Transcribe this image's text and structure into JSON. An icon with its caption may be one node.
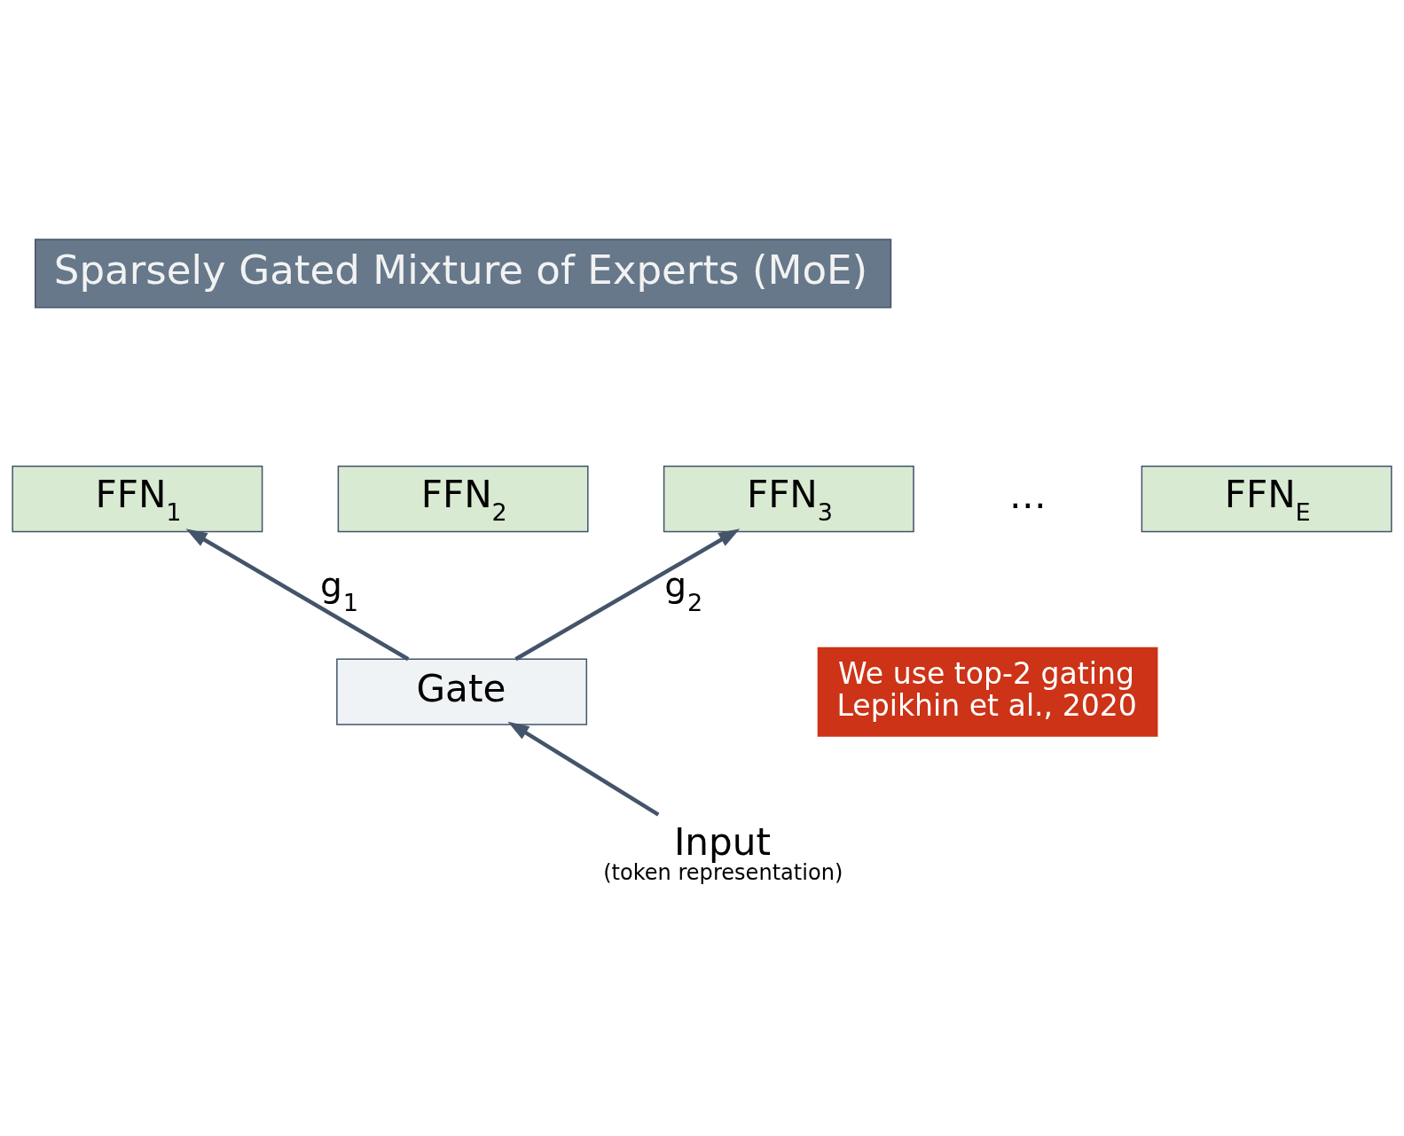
{
  "diagram": {
    "nodes": [
      {
        "text": [
          "Sparsely Gated Mixture of Experts (MoE)"
        ]
      },
      {
        "text": [
          "FFN$_{1}$"
        ]
      },
      {
        "text": [
          "FFN$_{2}$"
        ]
      },
      {
        "text": [
          "FFN$_{3}$"
        ]
      },
      {
        "text": [
          "FFN$_{E}$"
        ]
      },
      {
        "text": [
          "Gate"
        ]
      },
      {
        "text": [
          "Input",
          "(token representation)"
        ]
      },
      {
        "text": [
          "We use top-2 gating",
          "Lepikhin et al., 2020"
        ]
      }
    ],
    "edges": [
      {
        "from": 5,
        "to": 1,
        "arrow": "to",
        "label": "g$_{1}$"
      },
      {
        "from": 5,
        "to": 3,
        "arrow": "to",
        "label": "g$_{2}$"
      },
      {
        "from": 6,
        "to": 5,
        "arrow": "to"
      }
    ],
    "labels": [
      "…"
    ]
  }
}
